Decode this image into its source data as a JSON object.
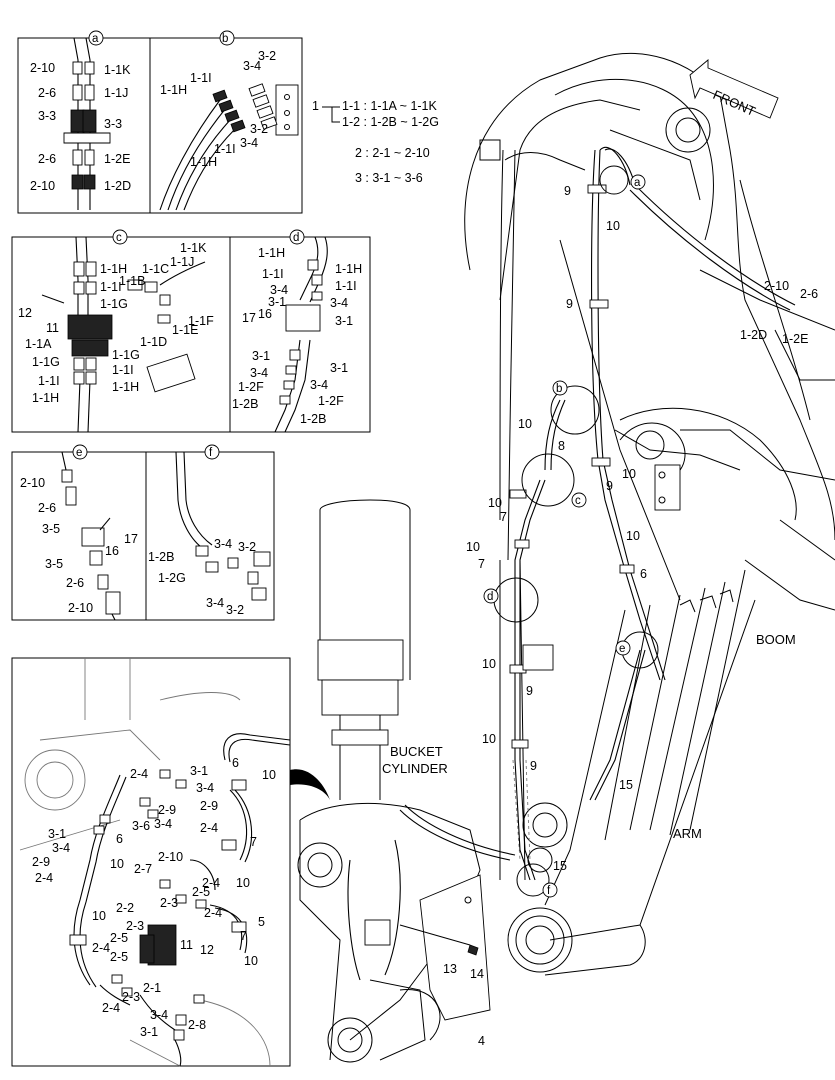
{
  "legend": {
    "group1_key": "1",
    "group1_line1": "1-1 : 1-1A ~ 1-1K",
    "group1_line2": "1-2 : 1-2B ~ 1-2G",
    "group2": "2 : 2-1 ~ 2-10",
    "group3": "3 : 3-1 ~ 3-6"
  },
  "front_label": "FRONT",
  "boom_label": "BOOM",
  "arm_label": "ARM",
  "bucket_cylinder_label_line1": "BUCKET",
  "bucket_cylinder_label_line2": "CYLINDER",
  "callouts": {
    "a": "a",
    "b": "b",
    "c": "c",
    "d": "d",
    "e": "e",
    "f": "f"
  },
  "panel_a": [
    "2-10",
    "1-1K",
    "2-6",
    "1-1J",
    "3-3",
    "3-3",
    "2-6",
    "1-2E",
    "2-10",
    "1-2D"
  ],
  "panel_b": [
    "3-4",
    "3-2",
    "1-1I",
    "1-1H",
    "3-2",
    "3-4",
    "1-1I",
    "1-1H"
  ],
  "panel_c": [
    "1-1K",
    "1-1J",
    "1-1C",
    "1-1B",
    "1-1H",
    "1-1I",
    "1-1G",
    "12",
    "11",
    "1-1F",
    "1-1E",
    "1-1A",
    "1-1D",
    "1-1G",
    "1-1G",
    "1-1I",
    "1-1I",
    "1-1H",
    "1-1H"
  ],
  "panel_d": [
    "1-1H",
    "1-1H",
    "1-1I",
    "1-1I",
    "3-4",
    "3-4",
    "3-1",
    "3-1",
    "17",
    "16",
    "3-1",
    "3-1",
    "3-4",
    "3-4",
    "1-2F",
    "1-2F",
    "1-2B",
    "1-2B"
  ],
  "panel_e": [
    "2-10",
    "2-6",
    "3-5",
    "17",
    "16",
    "3-5",
    "2-6",
    "2-10"
  ],
  "panel_f": [
    "3-4",
    "3-2",
    "1-2B",
    "1-2G",
    "3-4",
    "3-2"
  ],
  "main_labels": [
    "9",
    "10",
    "9",
    "2-10",
    "2-6",
    "1-2D",
    "1-2E",
    "10",
    "8",
    "9",
    "10",
    "10",
    "7",
    "10",
    "7",
    "10",
    "6",
    "10",
    "9",
    "10",
    "9",
    "15",
    "15"
  ],
  "bucket_labels": [
    "13",
    "14",
    "4"
  ],
  "detail": [
    "2-4",
    "3-1",
    "6",
    "10",
    "3-6",
    "3-4",
    "2-9",
    "2-9",
    "3-4",
    "3-1",
    "6",
    "3-4",
    "2-4",
    "2-9",
    "10",
    "2-4",
    "7",
    "2-7",
    "2-10",
    "10",
    "2-5",
    "2-4",
    "2-2",
    "2-3",
    "2-4",
    "2-3",
    "5",
    "7",
    "10",
    "2-5",
    "11",
    "12",
    "10",
    "2-4",
    "2-5",
    "2-3",
    "2-1",
    "2-4",
    "3-4",
    "2-8",
    "3-1"
  ]
}
